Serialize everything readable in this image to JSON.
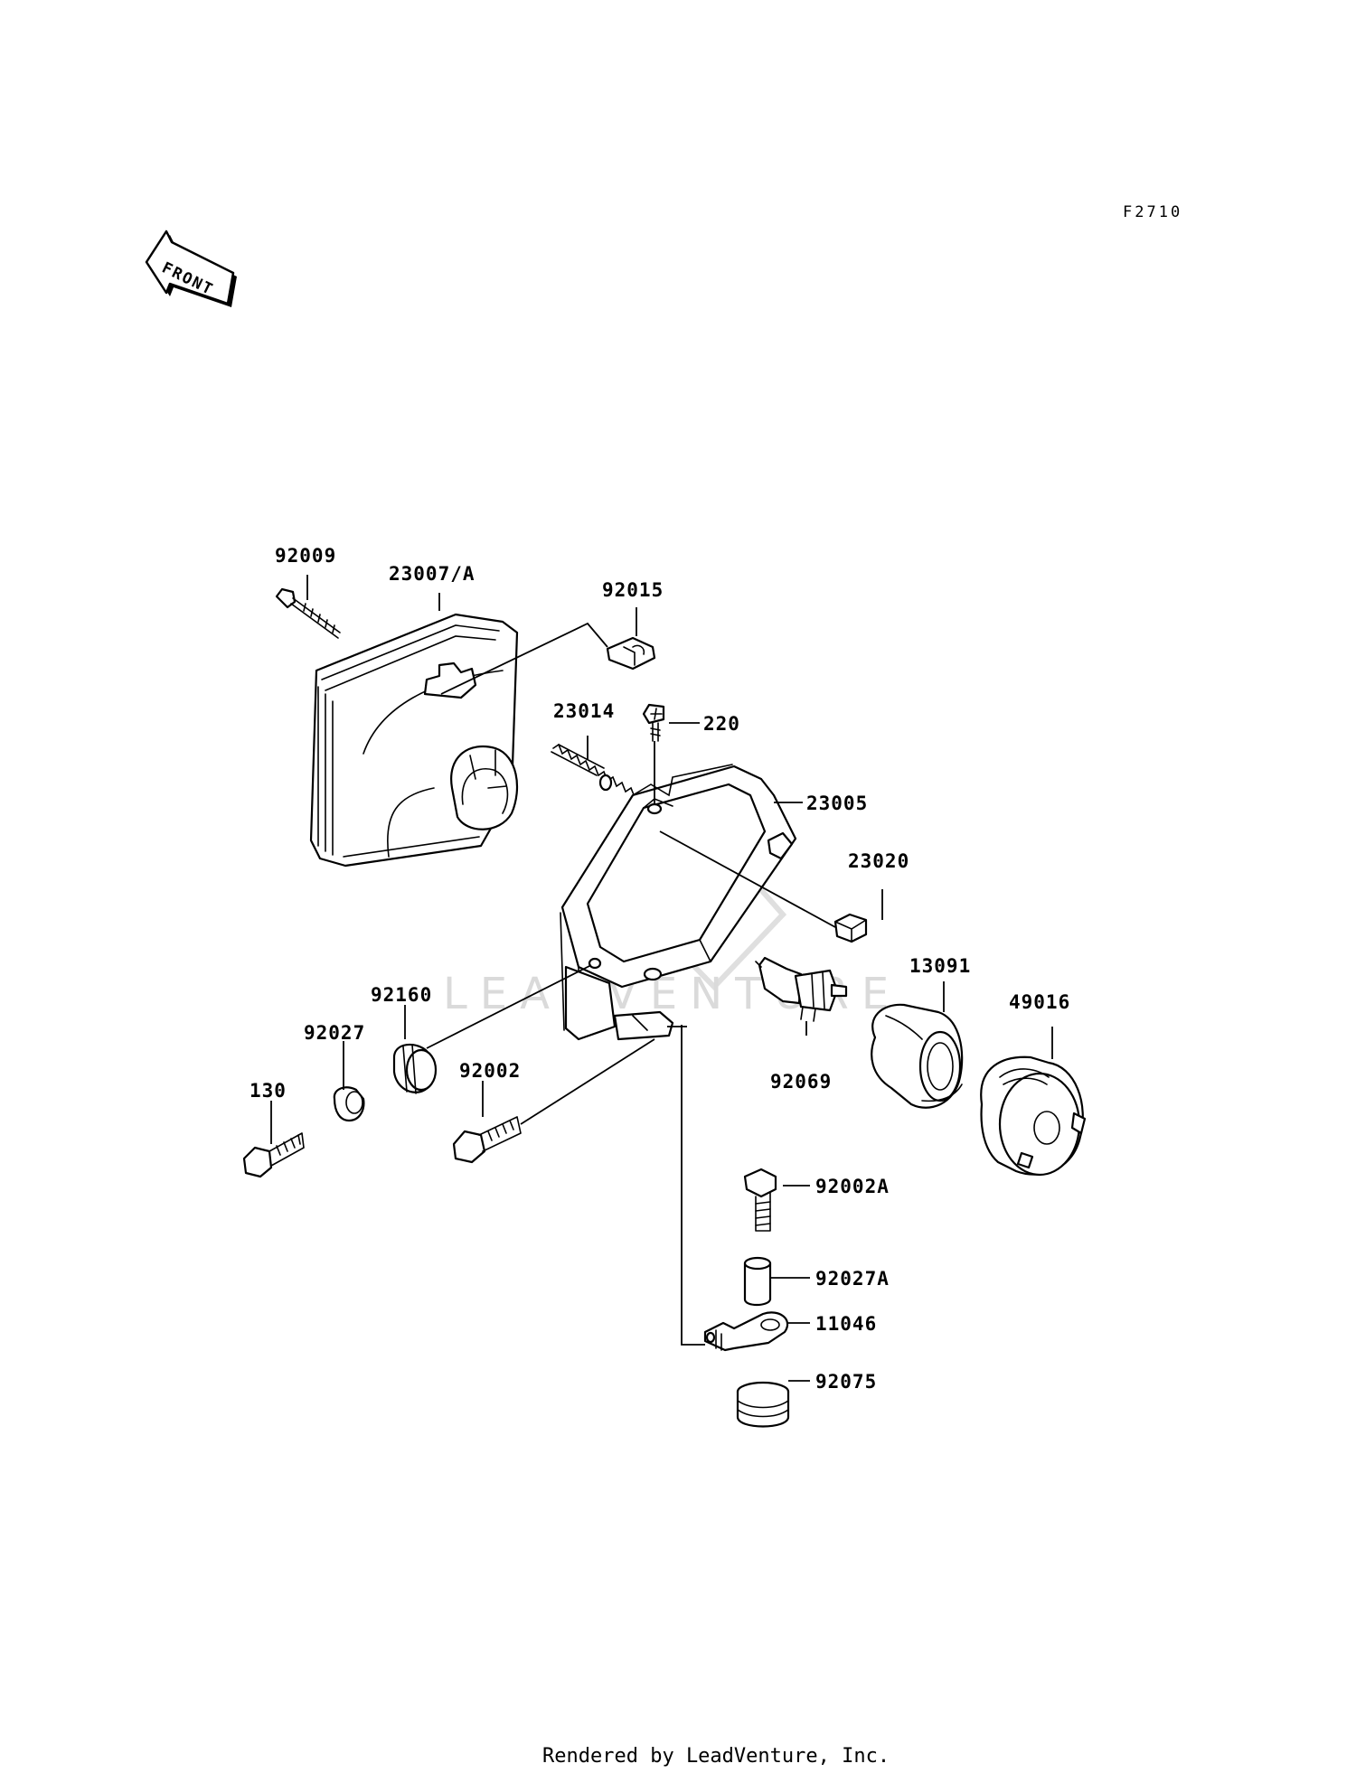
{
  "diagram_code": "F2710",
  "front_arrow_label": "FRONT",
  "watermark_text": "LEADVENTURE",
  "footer_text": "Rendered by LeadVenture, Inc.",
  "parts": [
    {
      "id": "92009",
      "label": "92009"
    },
    {
      "id": "23007",
      "label": "23007/A"
    },
    {
      "id": "92015",
      "label": "92015"
    },
    {
      "id": "23014",
      "label": "23014"
    },
    {
      "id": "220",
      "label": "220"
    },
    {
      "id": "23005",
      "label": "23005"
    },
    {
      "id": "23020",
      "label": "23020"
    },
    {
      "id": "13091",
      "label": "13091"
    },
    {
      "id": "49016",
      "label": "49016"
    },
    {
      "id": "92160",
      "label": "92160"
    },
    {
      "id": "92027",
      "label": "92027"
    },
    {
      "id": "130",
      "label": "130"
    },
    {
      "id": "92002",
      "label": "92002"
    },
    {
      "id": "92069",
      "label": "92069"
    },
    {
      "id": "92002A",
      "label": "92002A"
    },
    {
      "id": "92027A",
      "label": "92027A"
    },
    {
      "id": "11046",
      "label": "11046"
    },
    {
      "id": "92075",
      "label": "92075"
    }
  ]
}
